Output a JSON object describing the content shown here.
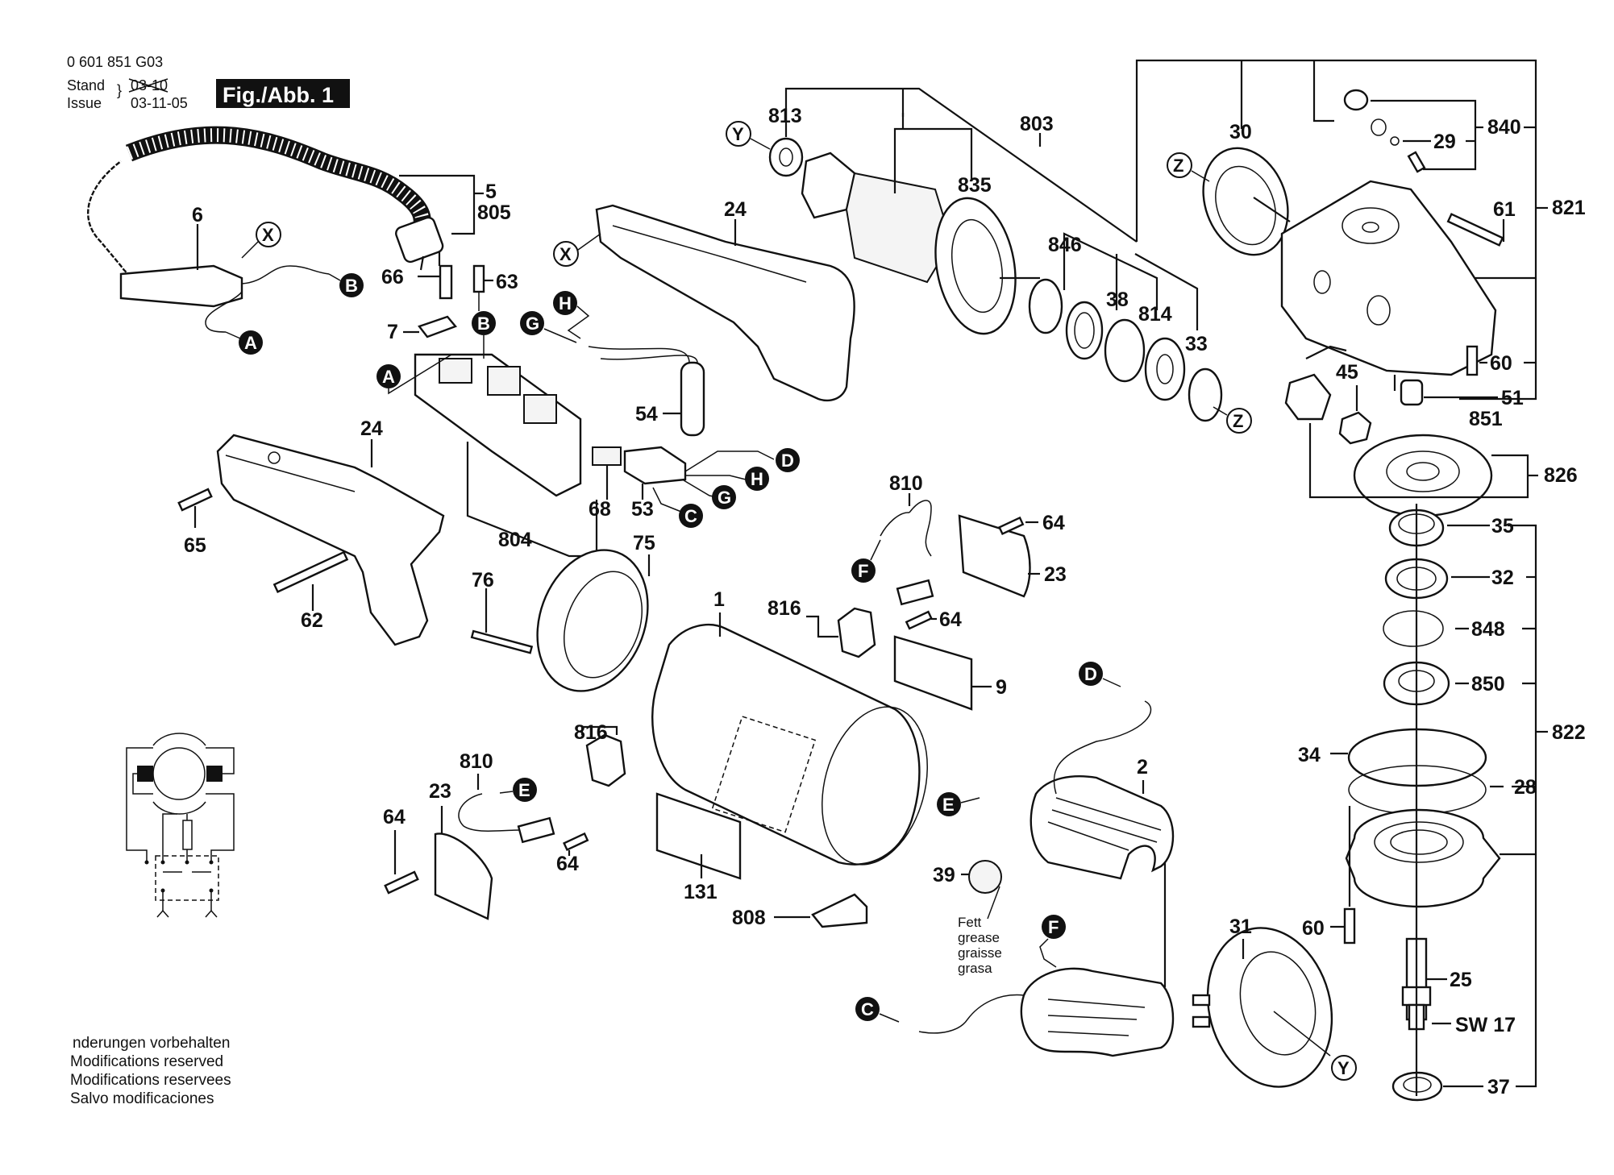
{
  "header": {
    "part_number": "0 601 851 G03",
    "stand_label": "Stand",
    "issue_label": "Issue",
    "stand_date_struck": "03-10",
    "issue_date": "03-11-05",
    "figure_label": "Fig./Abb. 1"
  },
  "footer": {
    "lines": [
      "nderungen vorbehalten",
      "Modifications reserved",
      "Modifications reservees",
      "Salvo modificaciones"
    ]
  },
  "grease_note": [
    "Fett",
    "grease",
    "graisse",
    "grasa"
  ],
  "part_labels": {
    "p5": "5",
    "p805": "805",
    "p6": "6",
    "p66": "66",
    "p63": "63",
    "p7": "7",
    "p24a": "24",
    "p24b": "24",
    "p54": "54",
    "p68": "68",
    "p53": "53",
    "p804": "804",
    "p65": "65",
    "p62": "62",
    "p76": "76",
    "p75": "75",
    "p1": "1",
    "p813": "813",
    "p835": "835",
    "p803": "803",
    "p846": "846",
    "p38": "38",
    "p814": "814",
    "p33": "33",
    "p30": "30",
    "p840": "840",
    "p29": "29",
    "p61": "61",
    "p821": "821",
    "p60a": "60",
    "p51": "51",
    "p851": "851",
    "p45": "45",
    "p826": "826",
    "p35": "35",
    "p32": "32",
    "p848": "848",
    "p850": "850",
    "p822": "822",
    "p34": "34",
    "p28": "28",
    "p60b": "60",
    "p25": "25",
    "sw17": "SW 17",
    "p37": "37",
    "p810a": "810",
    "p64a": "64",
    "p23a": "23",
    "p816a": "816",
    "p64b": "64",
    "p9": "9",
    "p810b": "810",
    "p816b": "816",
    "p23b": "23",
    "p64c": "64",
    "p64d": "64",
    "p131": "131",
    "p808": "808",
    "p2": "2",
    "p39": "39",
    "p31": "31"
  },
  "callouts": {
    "X1": "X",
    "X2": "X",
    "Y1": "Y",
    "Y2": "Y",
    "Z1": "Z",
    "Z2": "Z",
    "A1": "A",
    "A2": "A",
    "B1": "B",
    "B2": "B",
    "C1": "C",
    "C2": "C",
    "D1": "D",
    "D2": "D",
    "E1": "E",
    "E2": "E",
    "F1": "F",
    "F2": "F",
    "G1": "G",
    "G2": "G",
    "H1": "H",
    "H2": "H"
  }
}
